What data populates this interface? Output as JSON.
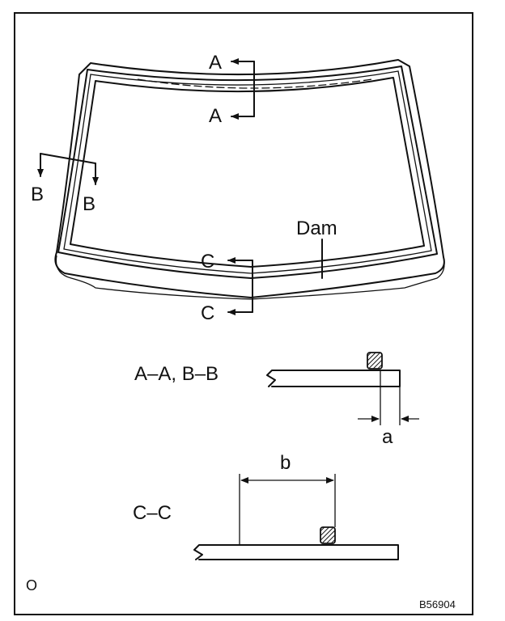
{
  "section_labels": {
    "a_top": "A",
    "a_bottom": "A",
    "b_left": "B",
    "b_right": "B",
    "c_top": "C",
    "c_bottom": "C"
  },
  "callout": "Dam",
  "detail_ab": {
    "title": "A–A, B–B",
    "dimension": "a"
  },
  "detail_cc": {
    "title": "C–C",
    "dimension": "b"
  },
  "corner_mark": "O",
  "figure_id": "B56904"
}
